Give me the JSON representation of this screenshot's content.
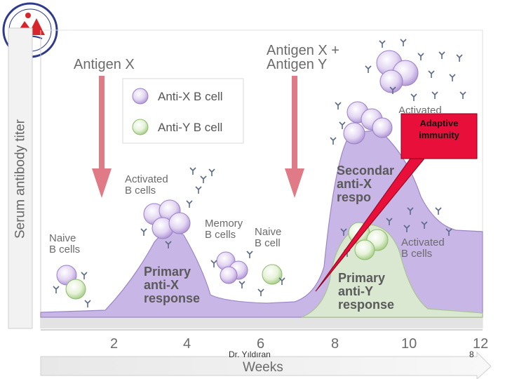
{
  "slide": {
    "footer_author": "Dr. Yıldıran",
    "page_number": "8"
  },
  "figure": {
    "y_axis_label": "Serum antibody titer",
    "x_axis_label": "Weeks",
    "x_ticks": [
      "2",
      "4",
      "6",
      "8",
      "10",
      "12"
    ],
    "antigen_first": "Antigen X",
    "antigen_second_line1": "Antigen X +",
    "antigen_second_line2": "Antigen Y",
    "legend": {
      "anti_x": "Anti-X B cell",
      "anti_y": "Anti-Y B cell"
    },
    "labels": {
      "naive_b_cells_1": "Naive",
      "naive_b_cells_2": "B cells",
      "activated_b_cells_1": "Activated",
      "activated_b_cells_2": "B cells",
      "memory_b_cells_1": "Memory",
      "memory_b_cells_2": "B cells",
      "naive_b_cell_1": "Naive",
      "naive_b_cell_2": "B cell",
      "activated_top_partial": "Activated",
      "activated_right_1": "Activated",
      "activated_right_2": "B cells"
    },
    "responses": {
      "primary_x_1": "Primary",
      "primary_x_2": "anti-X",
      "primary_x_3": "response",
      "secondary_x_1": "Secondar",
      "secondary_x_2": "anti-X",
      "secondary_x_3": "respo",
      "primary_y_1": "Primary",
      "primary_y_2": "anti-Y",
      "primary_y_3": "response"
    },
    "callout": {
      "line1": "Adaptive",
      "line2": "immunity"
    },
    "colors": {
      "anti_x_fill": "#b49ad8",
      "anti_y_fill": "#cfe4b8",
      "arrow": "#e07a86",
      "callout_fill": "#e8103a"
    }
  }
}
